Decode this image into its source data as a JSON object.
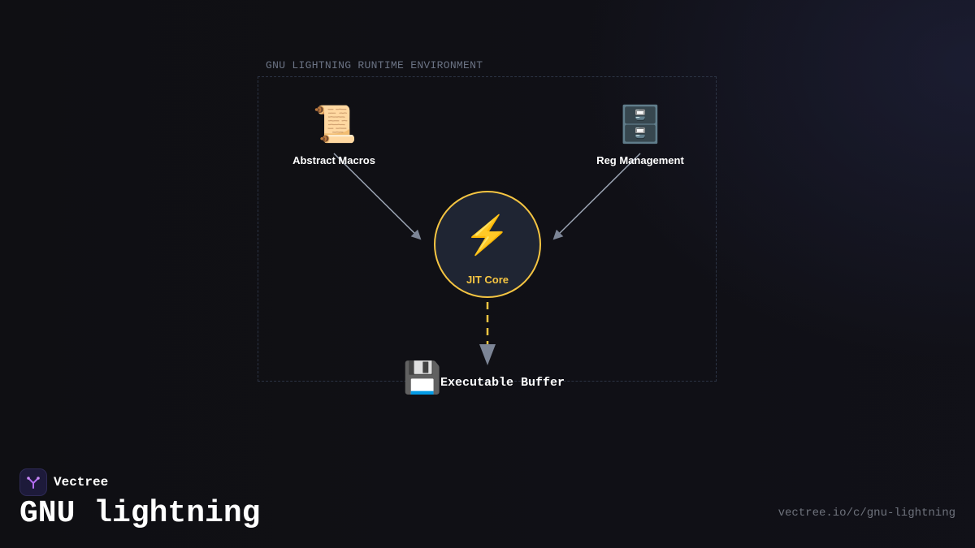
{
  "diagram": {
    "environment_label": "GNU LIGHTNING RUNTIME ENVIRONMENT",
    "nodes": {
      "abstract_macros": {
        "icon": "📜",
        "icon_name": "scroll-icon",
        "label": "Abstract Macros"
      },
      "reg_management": {
        "icon": "🗄️",
        "icon_name": "file-cabinet-icon",
        "label": "Reg Management"
      },
      "jit_core": {
        "icon": "⚡",
        "icon_name": "lightning-icon",
        "label": "JIT Core"
      },
      "executable_buffer": {
        "icon": "💾",
        "icon_name": "floppy-disk-icon",
        "label": "Executable Buffer"
      }
    },
    "edges": [
      {
        "from": "Abstract Macros",
        "to": "JIT Core",
        "style": "solid"
      },
      {
        "from": "Reg Management",
        "to": "JIT Core",
        "style": "solid"
      },
      {
        "from": "JIT Core",
        "to": "Executable Buffer",
        "style": "dashed"
      }
    ],
    "colors": {
      "accent": "#f5c542",
      "edge": "#9aa3b2",
      "box_border": "#2c3444",
      "core_fill": "#1f2533"
    }
  },
  "footer": {
    "brand_name": "Vectree",
    "title": "GNU lightning",
    "url": "vectree.io/c/gnu-lightning"
  }
}
